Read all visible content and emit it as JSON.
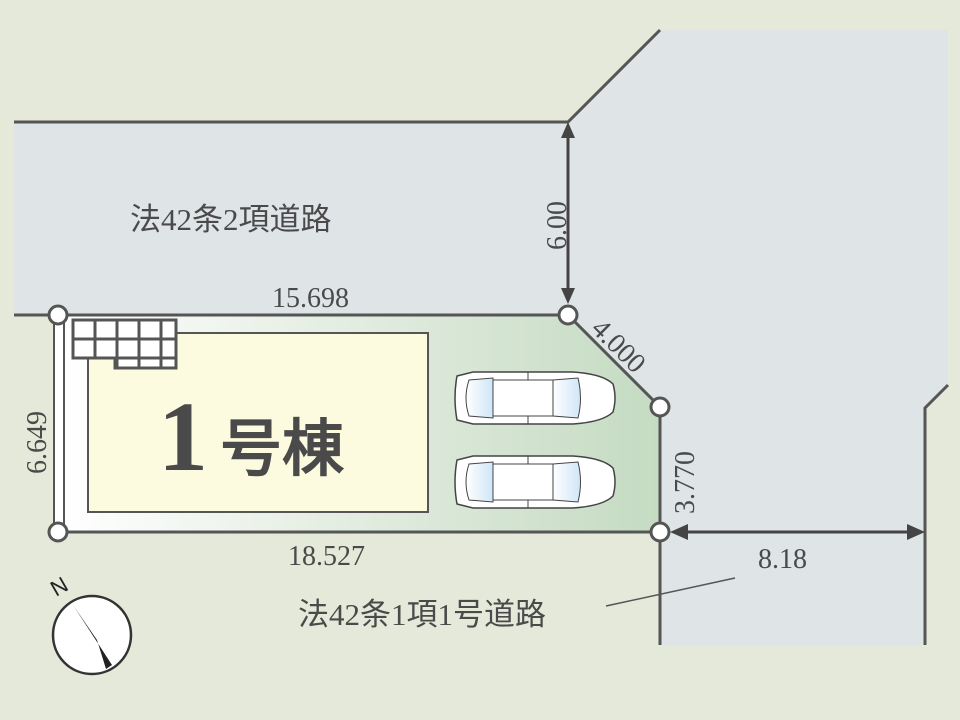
{
  "roads": {
    "north_road_label": "法42条2項道路",
    "east_road_label": "法42条1項1号道路"
  },
  "building": {
    "number": "1",
    "suffix": "号棟"
  },
  "dimensions": {
    "north_edge": "15.698",
    "south_edge": "18.527",
    "west_edge": "6.649",
    "corner_cut": "4.000",
    "east_edge": "3.770",
    "north_road_width": "6.00",
    "east_road_width": "8.18"
  },
  "compass": {
    "label": "N"
  },
  "colors": {
    "road": "#dfe4e7",
    "background": "#e5e9d9",
    "building": "#fdfbdf",
    "lot_green": "#c5dbc2",
    "line": "#555555"
  }
}
